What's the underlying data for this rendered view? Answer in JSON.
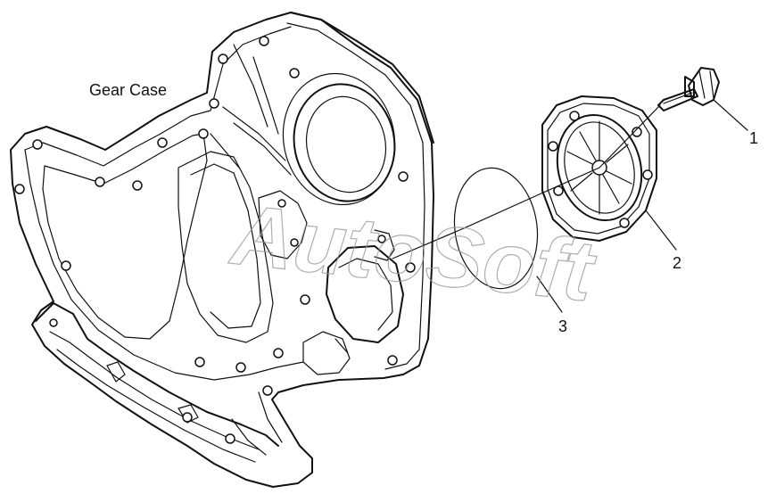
{
  "diagram": {
    "title": "Gear Case",
    "watermark": "AutoSoft",
    "callouts": [
      {
        "id": "1",
        "label": "1",
        "part": "capscrew"
      },
      {
        "id": "2",
        "label": "2",
        "part": "cover plate"
      },
      {
        "id": "3",
        "label": "3",
        "part": "gasket"
      }
    ],
    "colors": {
      "line": "#111111",
      "background": "#ffffff",
      "watermark": "#9a9a9a"
    }
  }
}
